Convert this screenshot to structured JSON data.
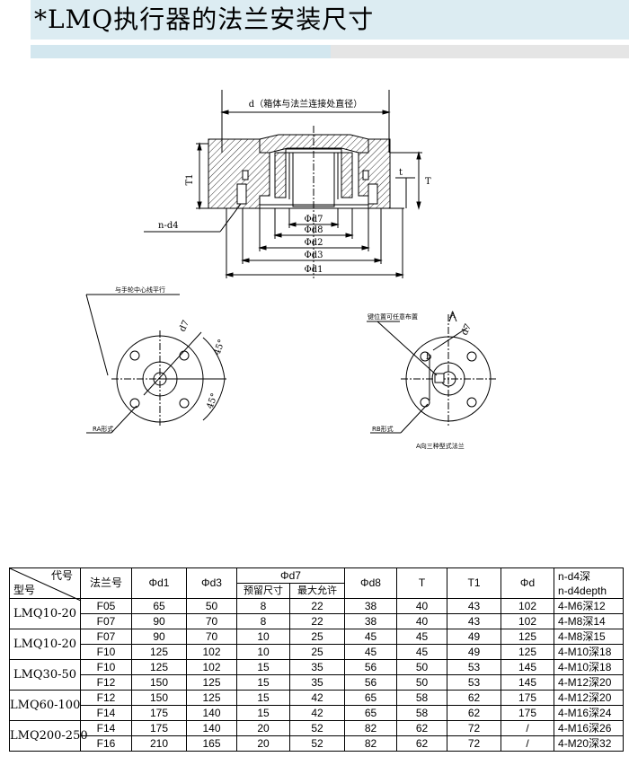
{
  "title": "*LMQ执行器的法兰安装尺寸",
  "drawing": {
    "top_label": "d（箱体与法兰连接处直径）",
    "nd4": "n-d4",
    "t1": "T1",
    "t_small": "t",
    "t_big": "T",
    "phi_d7": "Φd7",
    "phi_d8": "Φd8",
    "phi_d2": "Φd2",
    "phi_d3": "Φd3",
    "phi_d1": "Φd1",
    "handwheel_note": "与手轮中心线平行",
    "d7_left": "d7",
    "angle1": "45°",
    "angle2": "45°",
    "ra_label": "RA形式",
    "key_note": "键位置可任意布置",
    "a_label": "A",
    "d7_right": "d7",
    "b_label": "b",
    "rb_label": "RB形式",
    "a_view": "A向三种型式法兰"
  },
  "table": {
    "corner_top": "代号",
    "corner_bottom": "型号",
    "flange": "法兰号",
    "d1": "Φd1",
    "d3": "Φd3",
    "d7": "Φd7",
    "d7_reserved": "预留尺寸",
    "d7_max": "最大允许",
    "d8": "Φd8",
    "t": "T",
    "t1": "T1",
    "d": "Φd",
    "nd4_cn": "n-d4深",
    "nd4_en": "n-d4depth",
    "groups": [
      {
        "model": "LMQ10-20",
        "rows": [
          [
            "F05",
            "65",
            "50",
            "8",
            "22",
            "38",
            "40",
            "43",
            "102",
            "4-M6深12"
          ],
          [
            "F07",
            "90",
            "70",
            "8",
            "22",
            "38",
            "40",
            "43",
            "102",
            "4-M8深14"
          ]
        ]
      },
      {
        "model": "LMQ10-20",
        "rows": [
          [
            "F07",
            "90",
            "70",
            "10",
            "25",
            "45",
            "45",
            "49",
            "125",
            "4-M8深15"
          ],
          [
            "F10",
            "125",
            "102",
            "10",
            "25",
            "45",
            "45",
            "49",
            "125",
            "4-M10深18"
          ]
        ]
      },
      {
        "model": "LMQ30-50",
        "rows": [
          [
            "F10",
            "125",
            "102",
            "15",
            "35",
            "56",
            "50",
            "53",
            "145",
            "4-M10深18"
          ],
          [
            "F12",
            "150",
            "125",
            "15",
            "35",
            "56",
            "50",
            "53",
            "145",
            "4-M12深20"
          ]
        ]
      },
      {
        "model": "LMQ60-100",
        "rows": [
          [
            "F12",
            "150",
            "125",
            "15",
            "42",
            "65",
            "58",
            "62",
            "175",
            "4-M12深20"
          ],
          [
            "F14",
            "175",
            "140",
            "15",
            "42",
            "65",
            "58",
            "62",
            "175",
            "4-M16深24"
          ]
        ]
      },
      {
        "model": "LMQ200-250",
        "rows": [
          [
            "F14",
            "175",
            "140",
            "20",
            "52",
            "82",
            "62",
            "72",
            "/",
            "4-M16深26"
          ],
          [
            "F16",
            "210",
            "165",
            "20",
            "52",
            "82",
            "62",
            "72",
            "/",
            "4-M20深32"
          ]
        ]
      }
    ]
  }
}
